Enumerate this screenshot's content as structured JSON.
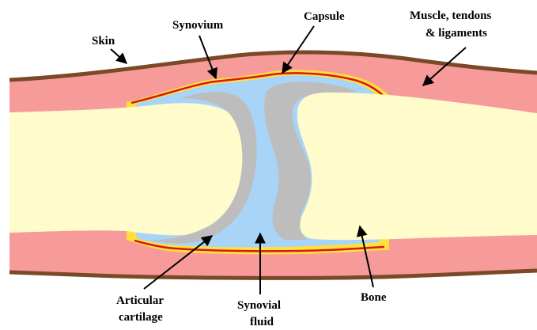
{
  "diagram": {
    "labels": {
      "skin": "Skin",
      "synovium": "Synovium",
      "capsule": "Capsule",
      "muscle_line1": "Muscle, tendons",
      "muscle_line2": "& ligaments",
      "articular_line1": "Articular",
      "articular_line2": "cartilage",
      "synovial_line1": "Synovial",
      "synovial_line2": "fluid",
      "bone": "Bone"
    },
    "colors": {
      "skin": "#7a4a28",
      "soft_tissue": "#f79a9a",
      "capsule": "#ffe13a",
      "synovium": "#d8171f",
      "synovial_fluid": "#a8d4f7",
      "cartilage": "#bdbdbd",
      "bone": "#fffbcb",
      "label_text": "#000000"
    }
  }
}
